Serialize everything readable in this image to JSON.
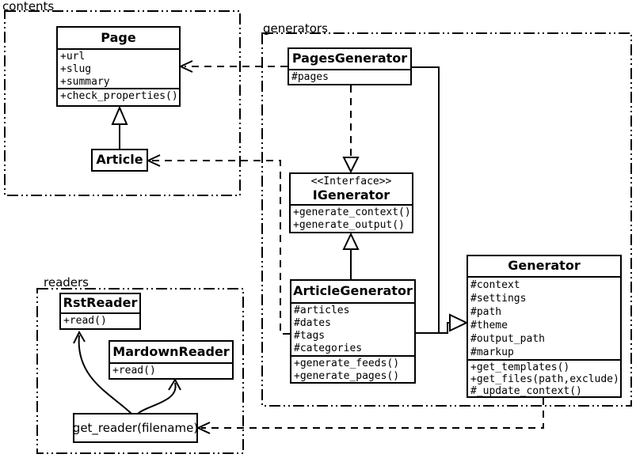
{
  "diagram_type": "uml-class-diagram",
  "colors": {
    "line": "#000000",
    "background": "#ffffff"
  },
  "packages": {
    "contents": {
      "label": "contents",
      "classes": {
        "page": {
          "name": "Page",
          "attributes": [
            "+url",
            "+slug",
            "+summary"
          ],
          "methods": [
            "+check_properties()"
          ]
        },
        "article": {
          "name": "Article"
        }
      }
    },
    "generators": {
      "label": "generators",
      "classes": {
        "pages_generator": {
          "name": "PagesGenerator",
          "attributes": [
            "#pages"
          ]
        },
        "igenerator": {
          "stereotype": "<<Interface>>",
          "name": "IGenerator",
          "methods": [
            "+generate_context()",
            "+generate_output()"
          ]
        },
        "article_generator": {
          "name": "ArticleGenerator",
          "attributes": [
            "#articles",
            "#dates",
            "#tags",
            "#categories"
          ],
          "methods": [
            "+generate_feeds()",
            "+generate_pages()"
          ]
        },
        "generator": {
          "name": "Generator",
          "attributes": [
            "#context",
            "#settings",
            "#path",
            "#theme",
            "#output_path",
            "#markup"
          ],
          "methods": [
            "+get_templates()",
            "+get_files(path,exclude)",
            "#_update_context()"
          ]
        }
      }
    },
    "readers": {
      "label": "readers",
      "classes": {
        "rst_reader": {
          "name": "RstReader",
          "methods": [
            "+read()"
          ]
        },
        "mardown_reader": {
          "name": "MardownReader",
          "methods": [
            "+read()"
          ]
        },
        "get_reader": {
          "name": "get_reader(filename)"
        }
      }
    }
  },
  "relationships": [
    {
      "type": "generalization",
      "from": "Article",
      "to": "Page"
    },
    {
      "type": "dependency",
      "from": "PagesGenerator",
      "to": "Page"
    },
    {
      "type": "dependency",
      "from": "ArticleGenerator",
      "to": "Article"
    },
    {
      "type": "realization",
      "from": "PagesGenerator",
      "to": "IGenerator"
    },
    {
      "type": "generalization",
      "from": "ArticleGenerator",
      "to": "IGenerator"
    },
    {
      "type": "generalization",
      "from": "PagesGenerator",
      "to": "Generator"
    },
    {
      "type": "generalization",
      "from": "ArticleGenerator",
      "to": "Generator"
    },
    {
      "type": "dependency",
      "from": "Generator",
      "to": "get_reader(filename)"
    },
    {
      "type": "call-arrow",
      "from": "get_reader(filename)",
      "to": "RstReader"
    },
    {
      "type": "call-arrow",
      "from": "get_reader(filename)",
      "to": "MardownReader"
    }
  ]
}
